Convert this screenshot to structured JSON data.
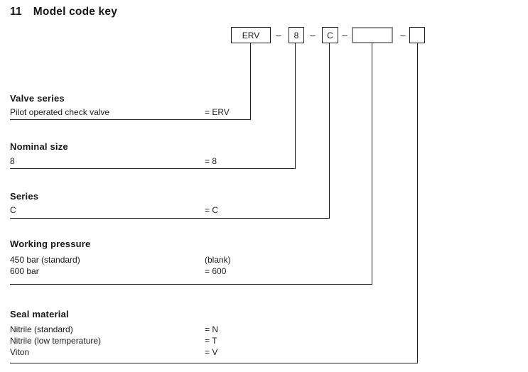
{
  "page": {
    "heading_number": "11",
    "heading_title": "Model code key"
  },
  "model_code": {
    "separator": "–",
    "boxes": [
      {
        "label": "ERV",
        "meaning": "valve-series"
      },
      {
        "label": "8",
        "meaning": "nominal-size"
      },
      {
        "label": "C",
        "meaning": "series"
      },
      {
        "label": "",
        "meaning": "working-pressure"
      },
      {
        "label": "",
        "meaning": "seal-material"
      }
    ]
  },
  "sections": [
    {
      "title": "Valve series",
      "rows": [
        {
          "label": "Pilot operated check valve",
          "value": "= ERV"
        }
      ]
    },
    {
      "title": "Nominal size",
      "rows": [
        {
          "label": "8",
          "value": "= 8"
        }
      ]
    },
    {
      "title": "Series",
      "rows": [
        {
          "label": "C",
          "value": "= C"
        }
      ]
    },
    {
      "title": "Working pressure",
      "rows": [
        {
          "label": "450 bar (standard)",
          "value": "(blank)"
        },
        {
          "label": "600 bar",
          "value": "= 600"
        }
      ]
    },
    {
      "title": "Seal material",
      "rows": [
        {
          "label": "Nitrile (standard)",
          "value": "= N"
        },
        {
          "label": "Nitrile (low temperature)",
          "value": "= T"
        },
        {
          "label": "Viton",
          "value": "= V"
        }
      ]
    }
  ]
}
